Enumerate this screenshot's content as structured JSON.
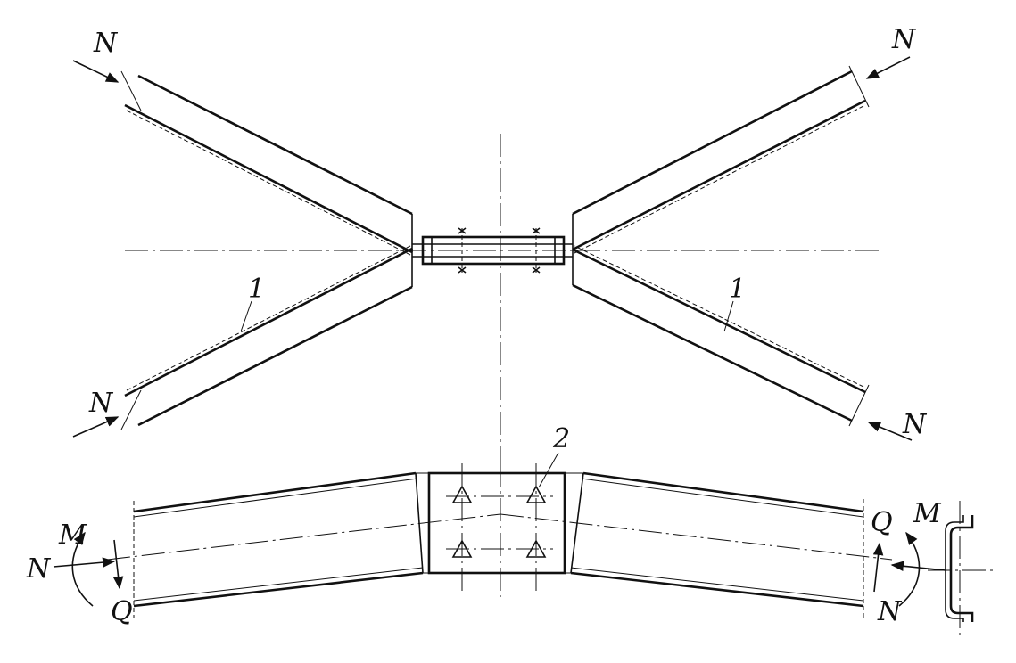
{
  "labels": {
    "axial_force": "N",
    "moment": "M",
    "shear": "Q",
    "member_callout": "1",
    "fastener_callout": "2"
  },
  "colors": {
    "ink": "#111111",
    "background": "#ffffff"
  }
}
